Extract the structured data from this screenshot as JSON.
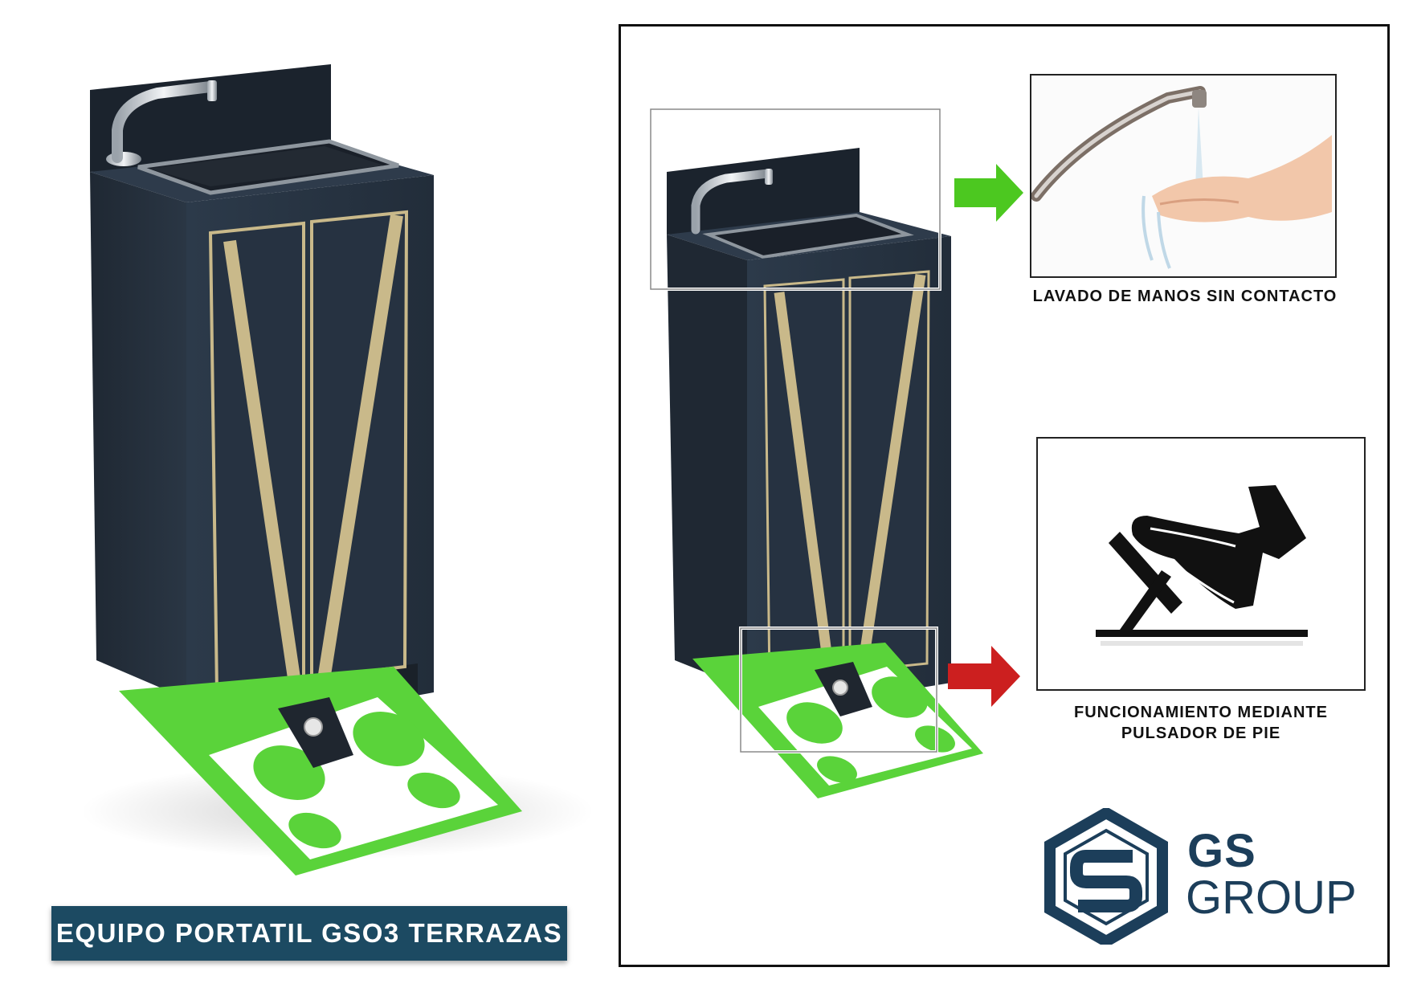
{
  "title_banner": {
    "text": "EQUIPO PORTATIL GSO3 TERRAZAS"
  },
  "features": [
    {
      "caption": "LAVADO DE MANOS SIN CONTACTO",
      "arrow_color": "#4cc820",
      "icon": "hands-under-faucet-photo"
    },
    {
      "caption_line1": "FUNCIONAMIENTO MEDIANTE",
      "caption_line2": "PULSADOR DE PIE",
      "arrow_color": "#cc1f1f",
      "icon": "foot-pedal-icon"
    }
  ],
  "logo": {
    "line1": "GS",
    "line2": "GROUP",
    "color": "#1c3e5a"
  },
  "colors": {
    "cabinet": "#283544",
    "trim": "#c9b98a",
    "mat_green": "#5ad33a",
    "banner": "#1c4a62"
  }
}
